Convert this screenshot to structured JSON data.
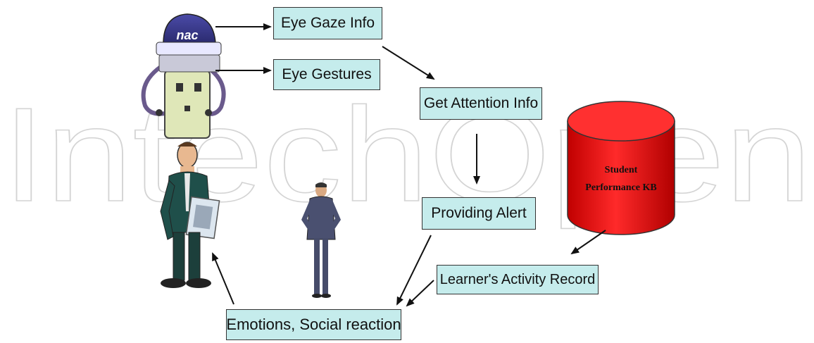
{
  "watermark": {
    "text": "IntechOpen"
  },
  "boxes": {
    "eye_gaze": "Eye Gaze Info",
    "eye_gestures": "Eye Gestures",
    "attention": "Get Attention Info",
    "alert": "Providing Alert",
    "activity_record": "Learner's Activity Record",
    "emotions": "Emotions, Social reaction"
  },
  "database": {
    "line1": "Student",
    "line2": "Performance KB",
    "color": "#ee1111"
  },
  "headset": {
    "cap_text": "nac",
    "cap_color": "#3a3a8c"
  },
  "colors": {
    "box_fill": "#c5ecec",
    "arrow": "#111111",
    "watermark": "#d4d4d4"
  }
}
